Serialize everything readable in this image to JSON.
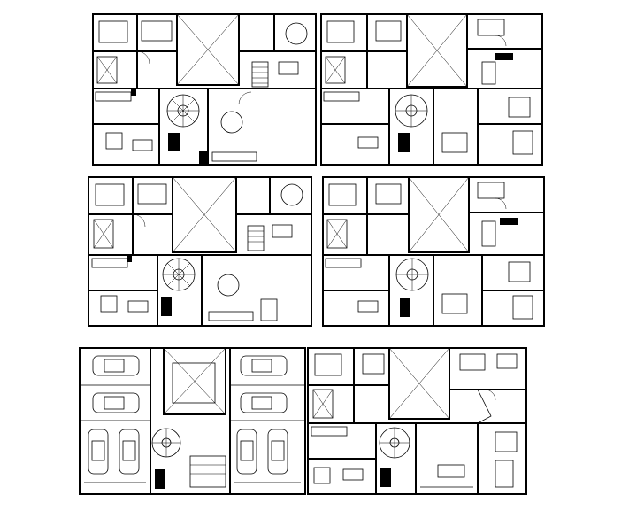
{
  "drawing": {
    "sheet_label": "",
    "plans": [
      {
        "id": "plan-1",
        "kind": "floor-plan"
      },
      {
        "id": "plan-2",
        "kind": "floor-plan"
      },
      {
        "id": "plan-3",
        "kind": "floor-plan"
      },
      {
        "id": "plan-4",
        "kind": "floor-plan"
      },
      {
        "id": "plan-5",
        "kind": "parking-plan"
      },
      {
        "id": "plan-6",
        "kind": "floor-plan"
      }
    ],
    "colors": {
      "line": "#000000",
      "background": "#ffffff"
    }
  }
}
